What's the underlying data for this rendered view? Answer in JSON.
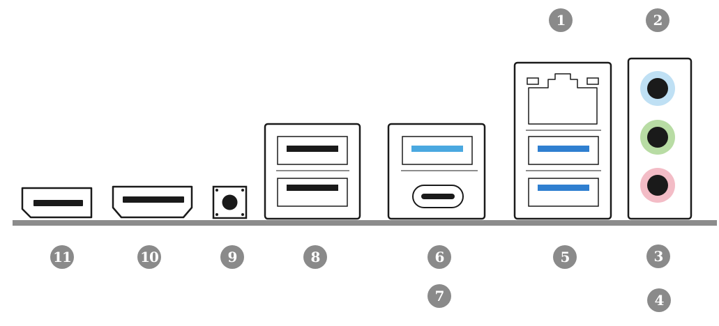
{
  "colors": {
    "outline": "#1a1a1a",
    "baseline": "#8c8c8c",
    "badge": "#8a8a8a",
    "usb3_blue": "#2f7fd0",
    "usb3_light_blue": "#4aa8e0",
    "audio_blue": "#bfe0f4",
    "audio_green": "#b8dca4",
    "audio_pink": "#f3bcc6"
  },
  "callouts": [
    {
      "id": "1",
      "label": "1",
      "icon": "lan-port"
    },
    {
      "id": "2",
      "label": "2",
      "icon": "audio-line-in"
    },
    {
      "id": "3",
      "label": "3",
      "icon": "audio-front-speaker"
    },
    {
      "id": "4",
      "label": "4",
      "icon": "audio-microphone"
    },
    {
      "id": "5",
      "label": "5",
      "icon": "usb-3-ports"
    },
    {
      "id": "6",
      "label": "6",
      "icon": "usb-3-type-a"
    },
    {
      "id": "7",
      "label": "7",
      "icon": "usb-type-c"
    },
    {
      "id": "8",
      "label": "8",
      "icon": "usb-2-ports"
    },
    {
      "id": "9",
      "label": "9",
      "icon": "clear-cmos-button"
    },
    {
      "id": "10",
      "label": "10",
      "icon": "hdmi-port"
    },
    {
      "id": "11",
      "label": "11",
      "icon": "displayport"
    }
  ]
}
